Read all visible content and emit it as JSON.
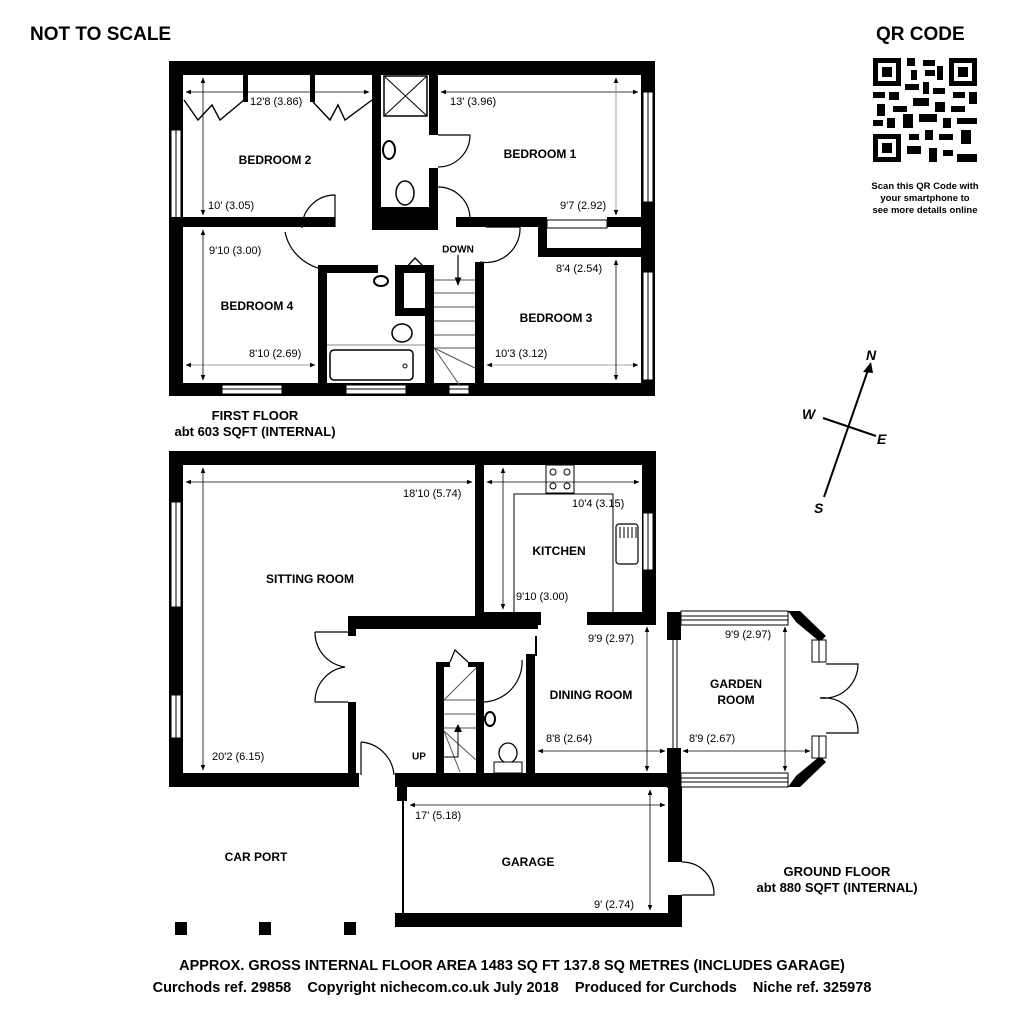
{
  "header": {
    "scale_note": "NOT TO SCALE",
    "qr_title": "QR CODE",
    "qr_caption_lines": [
      "Scan this QR Code with",
      "your smartphone to",
      "see more details online"
    ]
  },
  "first_floor": {
    "caption_line1": "FIRST FLOOR",
    "caption_line2": "abt 603 SQFT (INTERNAL)",
    "rooms": [
      {
        "name": "BEDROOM 2",
        "width": "12'8 (3.86)",
        "length": "10' (3.05)"
      },
      {
        "name": "BEDROOM 1",
        "width": "13' (3.96)",
        "length": "9'7 (2.92)"
      },
      {
        "name": "BEDROOM 4",
        "width": "8'10 (2.69)",
        "length": "9'10 (3.00)"
      },
      {
        "name": "BEDROOM 3",
        "width": "10'3 (3.12)",
        "length": "8'4 (2.54)"
      }
    ],
    "stairs_label": "DOWN"
  },
  "ground_floor": {
    "caption_line1": "GROUND FLOOR",
    "caption_line2": "abt 880 SQFT (INTERNAL)",
    "rooms": [
      {
        "name": "SITTING ROOM",
        "width": "18'10 (5.74)",
        "length": "20'2 (6.15)"
      },
      {
        "name": "KITCHEN",
        "width": "10'4 (3.15)",
        "length": "9'10 (3.00)"
      },
      {
        "name": "DINING ROOM",
        "width": "8'8 (2.64)",
        "length": "9'9 (2.97)"
      },
      {
        "name_line1": "GARDEN",
        "name_line2": "ROOM",
        "width": "8'9 (2.67)",
        "length": "9'9 (2.97)"
      },
      {
        "name": "GARAGE",
        "width": "17' (5.18)",
        "length": "9' (2.74)"
      },
      {
        "name": "CAR PORT"
      }
    ],
    "stairs_label": "UP"
  },
  "compass": {
    "north": "N",
    "south": "S",
    "east": "E",
    "west": "W"
  },
  "footer": {
    "area_line": "APPROX. GROSS INTERNAL FLOOR AREA 1483 SQ FT 137.8 SQ METRES (INCLUDES GARAGE)",
    "ref_line": "Curchods ref. 29858    Copyright nichecom.co.uk July 2018    Produced for Curchods    Niche ref. 325978"
  }
}
